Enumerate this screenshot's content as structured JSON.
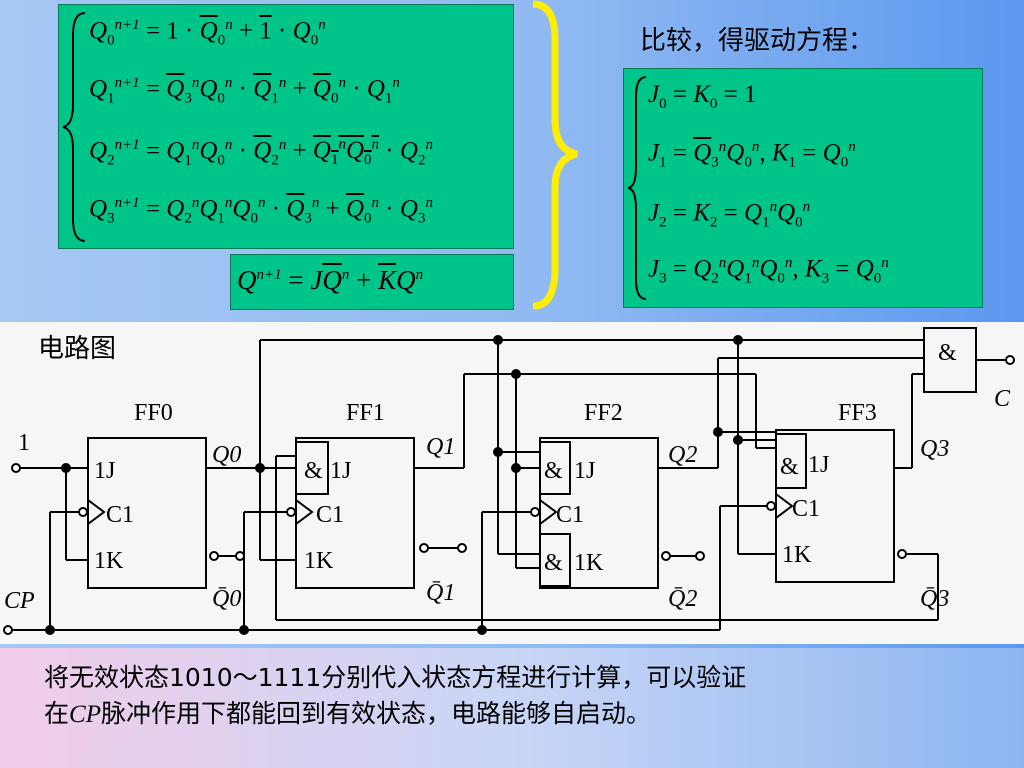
{
  "heading_compare": "比较，得驱动方程：",
  "heading_circuit": "电路图",
  "state_equations": [
    "Q0^(n+1) = 1·Q̄0^n + 1̄·Q0^n",
    "Q1^(n+1) = Q̄3^n Q0^n ·Q̄1^n + Q̄0^n ·Q1^n",
    "Q2^(n+1) = Q1^n Q0^n ·Q̄2^n + (Q1^n Q0^n)̄ ·Q2^n",
    "Q3^(n+1) = Q2^n Q1^n Q0^n ·Q̄3^n + Q̄0^n ·Q3^n"
  ],
  "char_equation": "Q^(n+1) = JQ̄^n + K̄Q^n",
  "drive_equations": [
    "J0 = K0 = 1",
    "J1 = Q̄3^n Q0^n , K1 = Q0^n",
    "J2 = K2 = Q1^n Q0^n",
    "J3 = Q2^n Q1^n Q0^n , K3 = Q0^n"
  ],
  "circuit": {
    "ff_labels": [
      "FF0",
      "FF1",
      "FF2",
      "FF3"
    ],
    "pin_j": "1J",
    "pin_c": "C1",
    "pin_k": "1K",
    "and_symbol": "&",
    "input_one": "1",
    "input_cp": "CP",
    "output_c": "C",
    "outputs": [
      "Q0",
      "Q1",
      "Q2",
      "Q3"
    ],
    "outputs_bar": [
      "Q̄0",
      "Q̄1",
      "Q̄2",
      "Q̄3"
    ]
  },
  "footer_line1": "将无效状态1010～1111分别代入状态方程进行计算，可以验证",
  "footer_line2_pre": "在",
  "footer_line2_cp": "CP",
  "footer_line2_post": "脉冲作用下都能回到有效状态，电路能够自启动。",
  "colors": {
    "eq_box": "#00c58a",
    "brace": "#ffee00"
  }
}
